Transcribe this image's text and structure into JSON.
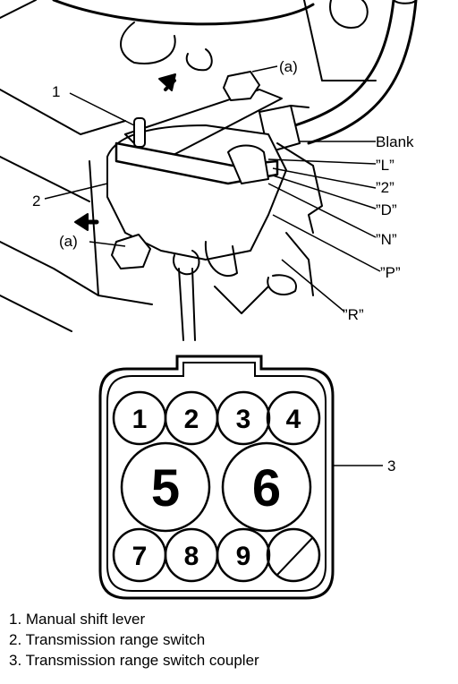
{
  "diagram": {
    "callouts": {
      "c1": "1",
      "c2": "2",
      "c3": "3",
      "bolt_a_top": "(a)",
      "bolt_a_left": "(a)",
      "blank": "Blank",
      "pos_L": "”L”",
      "pos_2": "”2”",
      "pos_D": "”D”",
      "pos_N": "”N”",
      "pos_P": "”P”",
      "pos_R": "”R”"
    },
    "coupler_pins": [
      "1",
      "2",
      "3",
      "4",
      "5",
      "6",
      "7",
      "8",
      "9"
    ]
  },
  "legend": [
    "1. Manual shift lever",
    "2. Transmission range switch",
    "3. Transmission range switch coupler"
  ]
}
